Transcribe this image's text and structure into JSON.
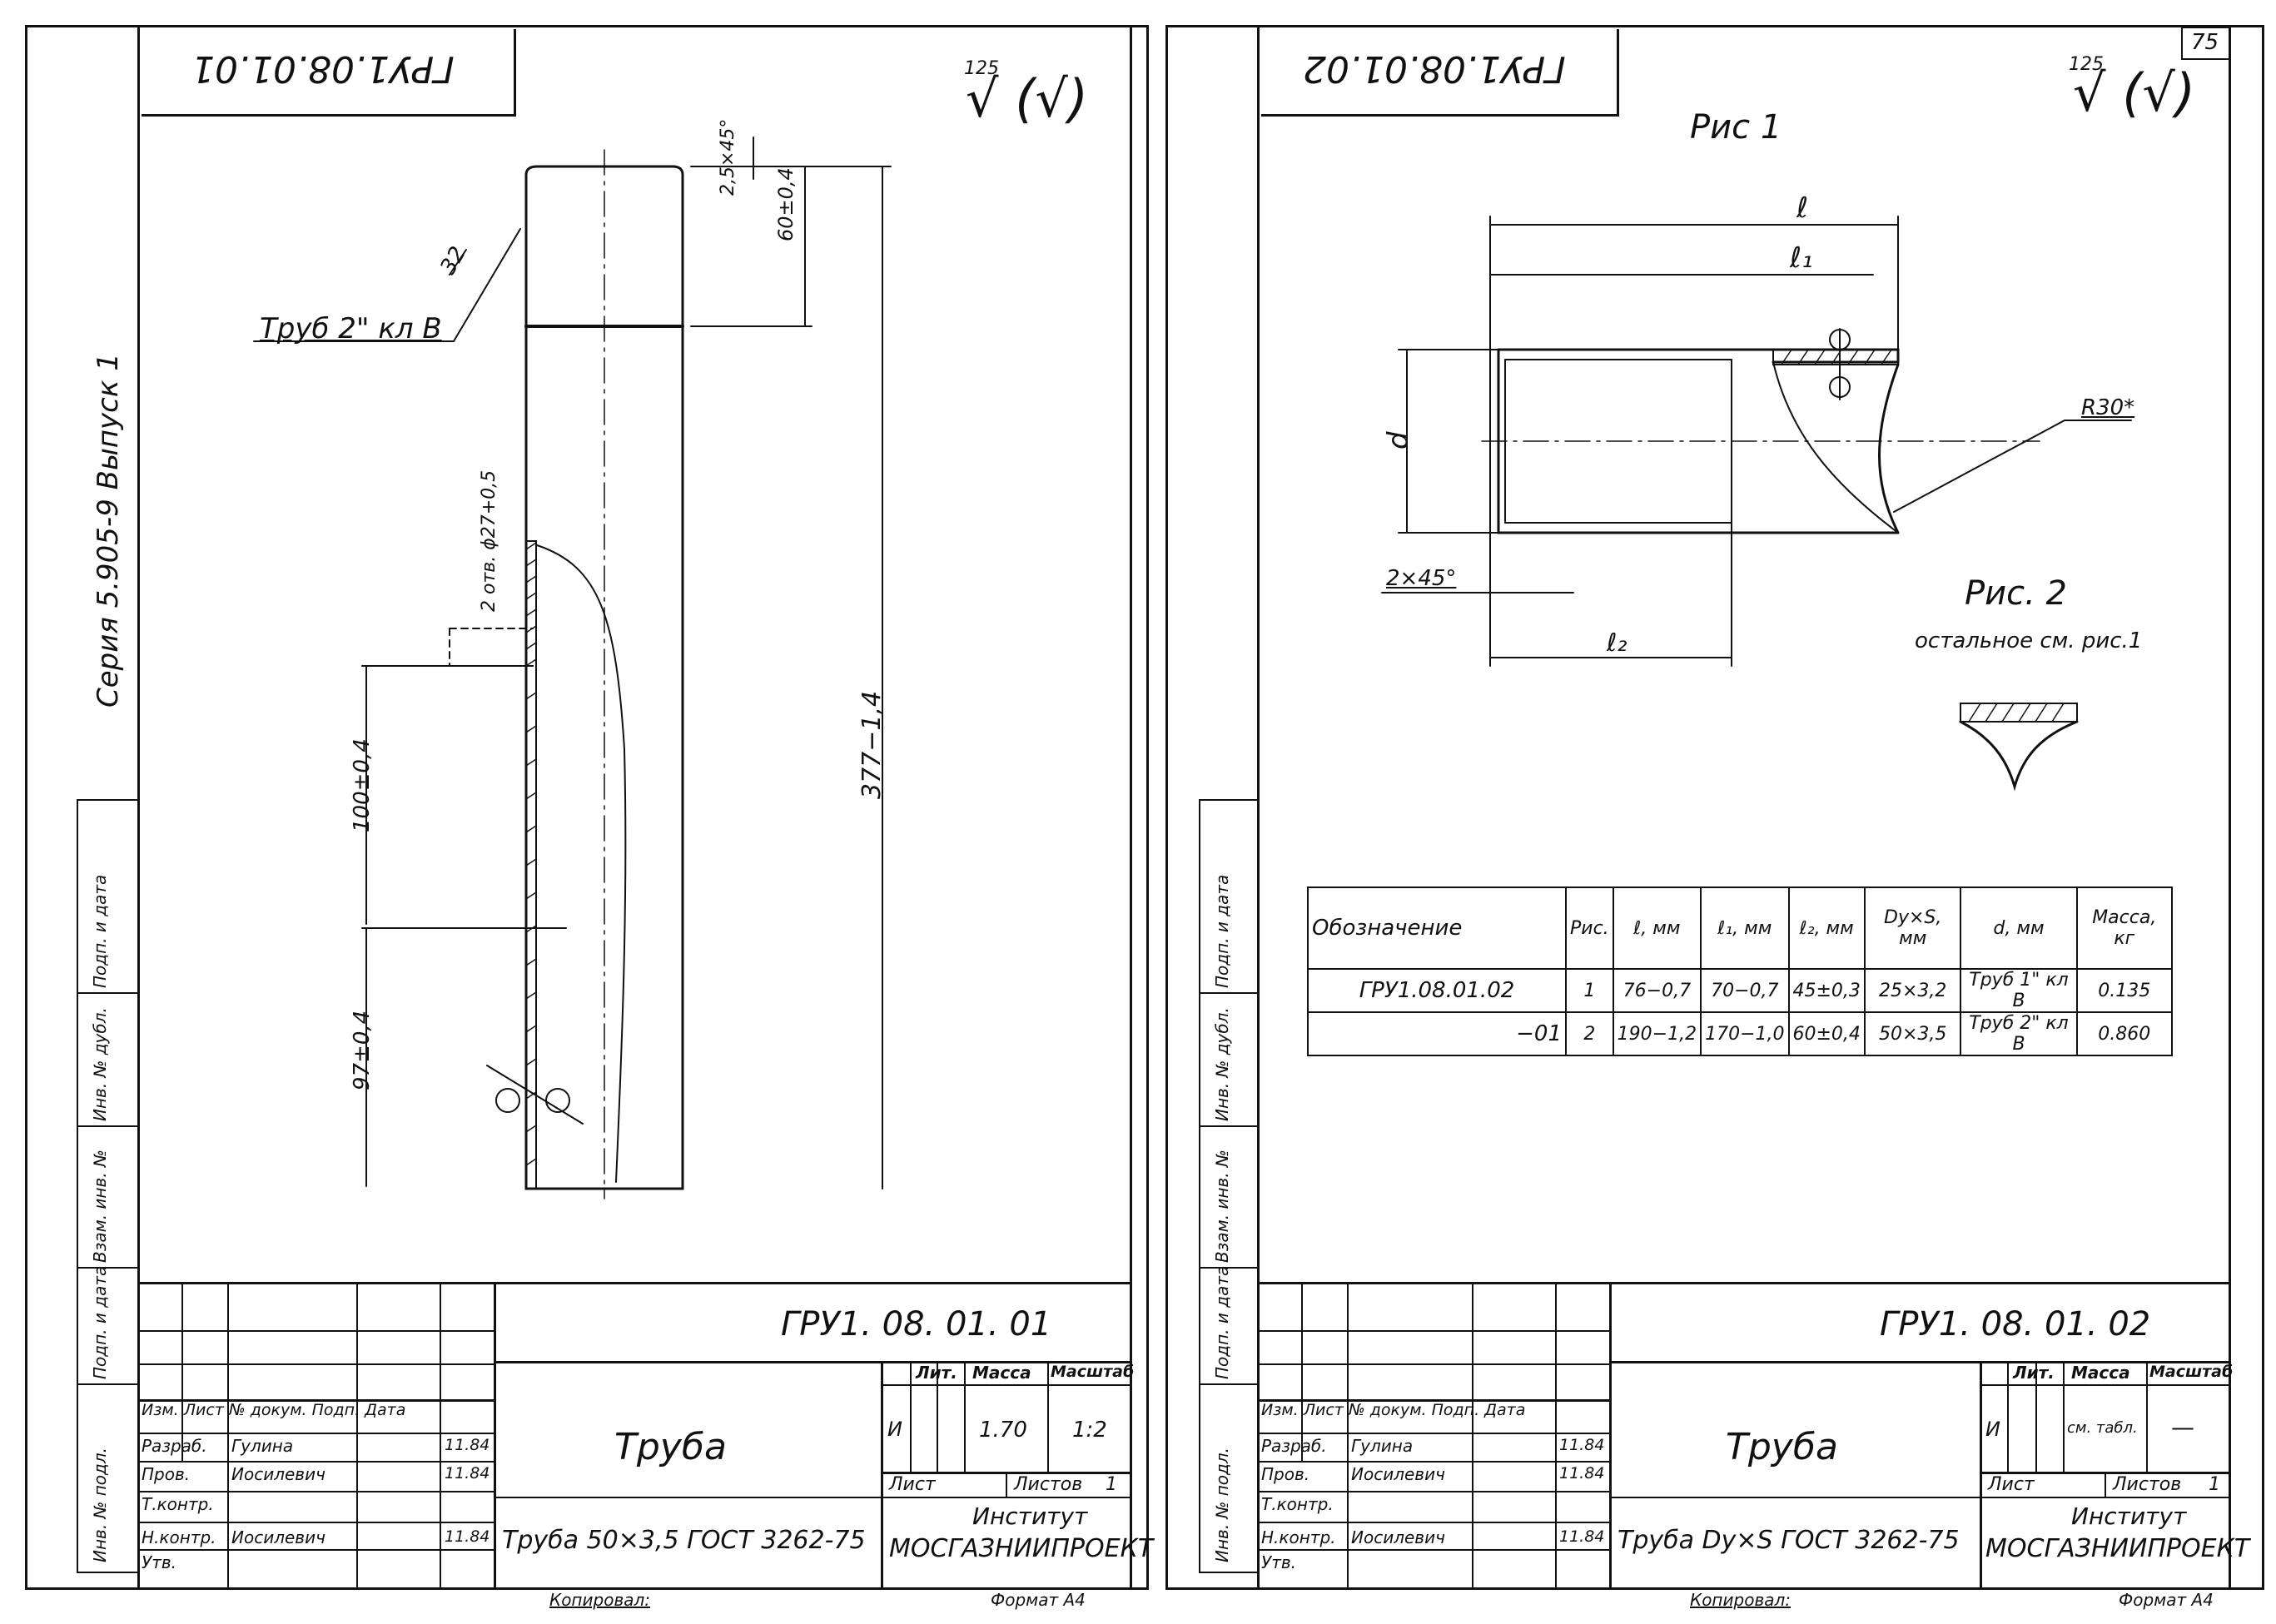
{
  "left": {
    "stamp": "ГРУ1.08.01.01",
    "roughness_value": "125",
    "roughness_mark": "√ (√)",
    "series_label": "Серия 5.905-9   Выпуск 1",
    "part_label": "Труб 2\" кл В",
    "dims": {
      "angle": "32",
      "chamfer": "2,5×45°",
      "top_len": "60±0,4",
      "hole": "2 отв. ϕ27+0,5",
      "mid_len": "100±0,4",
      "bottom_len": "97±0,4",
      "total_len": "377−1,4"
    },
    "title_block": {
      "designation": "ГРУ1. 08. 01. 01",
      "name": "Труба",
      "material": "Труба 50×3,5 ГОСТ 3262-75",
      "org_line1": "Институт",
      "org_line2": "МОСГАЗНИИПРОЕКТ",
      "hdr_lit": "Лит.",
      "hdr_mass": "Масса",
      "hdr_scale": "Масштаб",
      "lit": "И",
      "mass": "1.70",
      "scale": "1:2",
      "sheet_label": "Лист",
      "sheets_label": "Листов",
      "sheets_count": "1",
      "col_headers": "Изм. Лист  № докум.   Подп.   Дата",
      "rows": [
        {
          "role": "Разраб.",
          "name": "Гулина",
          "date": "11.84"
        },
        {
          "role": "Пров.",
          "name": "Иосилевич",
          "date": "11.84"
        },
        {
          "role": "Т.контр.",
          "name": "",
          "date": ""
        },
        {
          "role": "Н.контр.",
          "name": "Иосилевич",
          "date": "11.84"
        },
        {
          "role": "Утв.",
          "name": "",
          "date": ""
        }
      ],
      "copied": "Копировал: ",
      "format": "Формат А4"
    },
    "side_labels": [
      "Инв. № подл.",
      "Подп. и дата",
      "Взам. инв. №",
      "Инв. № дубл.",
      "Подп. и дата"
    ]
  },
  "right": {
    "page_no": "75",
    "stamp": "ГРУ1.08.01.02",
    "roughness_value": "125",
    "roughness_mark": "√ (√)",
    "fig1": "Рис 1",
    "fig2": "Рис. 2",
    "fig2_note": "остальное см. рис.1",
    "dims": {
      "l": "ℓ",
      "l1": "ℓ₁",
      "l2": "ℓ₂",
      "d": "d",
      "radius": "R30*",
      "chamfer": "2×45°"
    },
    "table": {
      "headers": [
        "Обозначение",
        "Рис.",
        "ℓ, мм",
        "ℓ₁, мм",
        "ℓ₂, мм",
        "Dу×S, мм",
        "d, мм",
        "Масса, кг"
      ],
      "rows": [
        [
          "ГРУ1.08.01.02",
          "1",
          "76−0,7",
          "70−0,7",
          "45±0,3",
          "25×3,2",
          "Труб 1\" кл В",
          "0.135"
        ],
        [
          "−01",
          "2",
          "190−1,2",
          "170−1,0",
          "60±0,4",
          "50×3,5",
          "Труб 2\" кл В",
          "0.860"
        ]
      ]
    },
    "title_block": {
      "designation": "ГРУ1. 08. 01. 02",
      "name": "Труба",
      "material": "Труба Dу×S ГОСТ 3262-75",
      "org_line1": "Институт",
      "org_line2": "МОСГАЗНИИПРОЕКТ",
      "hdr_lit": "Лит.",
      "hdr_mass": "Масса",
      "hdr_scale": "Масштаб",
      "lit": "И",
      "mass": "см. табл.",
      "scale": "—",
      "sheet_label": "Лист",
      "sheets_label": "Листов",
      "sheets_count": "1",
      "col_headers": "Изм. Лист  № докум.   Подп.   Дата",
      "rows": [
        {
          "role": "Разраб.",
          "name": "Гулина",
          "date": "11.84"
        },
        {
          "role": "Пров.",
          "name": "Иосилевич",
          "date": "11.84"
        },
        {
          "role": "Т.контр.",
          "name": "",
          "date": ""
        },
        {
          "role": "Н.контр.",
          "name": "Иосилевич",
          "date": "11.84"
        },
        {
          "role": "Утв.",
          "name": "",
          "date": ""
        }
      ],
      "copied": "Копировал: ",
      "format": "Формат А4"
    },
    "side_labels": [
      "Инв. № подл.",
      "Подп. и дата",
      "Взам. инв. №",
      "Инв. № дубл.",
      "Подп. и дата"
    ]
  }
}
